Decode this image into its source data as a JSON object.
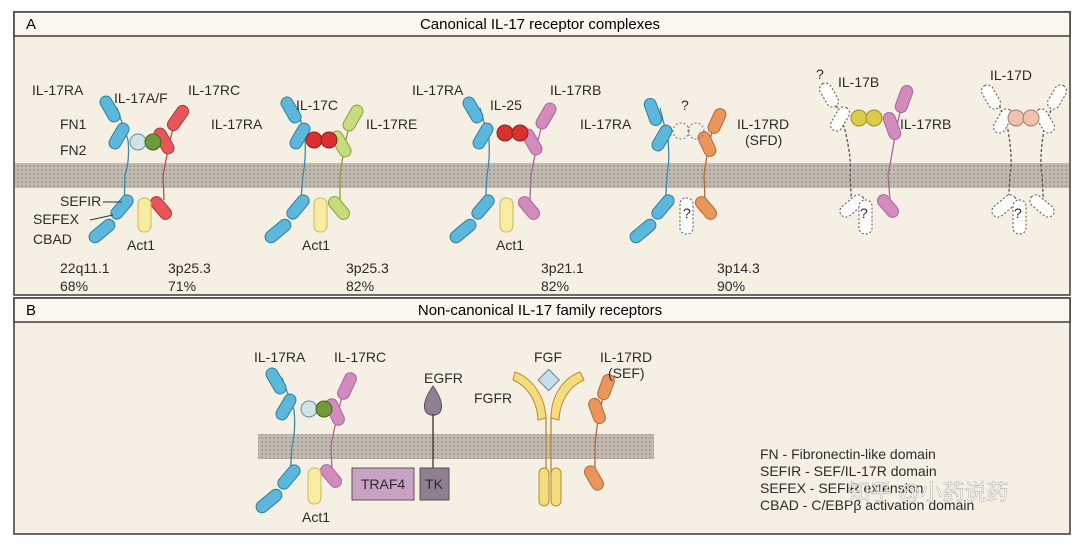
{
  "panel_a": {
    "letter": "A",
    "title": "Canonical IL-17 receptor complexes",
    "labels": {
      "il17ra_1": "IL-17RA",
      "il17af": "IL-17A/F",
      "il17rc": "IL-17RC",
      "fn1": "FN1",
      "fn2": "FN2",
      "sefir": "SEFIR",
      "sefex": "SEFEX",
      "cbad": "CBAD",
      "act1_1": "Act1",
      "il17ra_2": "IL-17RA",
      "il17c": "IL-17C",
      "il17re": "IL-17RE",
      "act1_2": "Act1",
      "il17ra_3": "IL-17RA",
      "il25": "IL-25",
      "il17rb_1": "IL-17RB",
      "act1_3": "Act1",
      "il17ra_4": "IL-17RA",
      "q_4": "?",
      "il17rd": "IL-17RD",
      "sfd": "(SFD)",
      "q_4b": "?",
      "q_5": "?",
      "il17b": "IL-17B",
      "il17rb_2": "IL-17RB",
      "q_5b": "?",
      "il17d": "IL-17D",
      "q_6": "?"
    },
    "loci": [
      {
        "loc": "22q11.1",
        "pct": "68%"
      },
      {
        "loc": "3p25.3",
        "pct": "71%"
      },
      {
        "loc": "3p25.3",
        "pct": "82%"
      },
      {
        "loc": "3p21.1",
        "pct": "82%"
      },
      {
        "loc": "3p14.3",
        "pct": "90%"
      }
    ]
  },
  "panel_b": {
    "letter": "B",
    "title": "Non-canonical IL-17 family receptors",
    "labels": {
      "il17ra": "IL-17RA",
      "il17rc": "IL-17RC",
      "act1": "Act1",
      "traf4": "TRAF4",
      "egfr": "EGFR",
      "tk": "TK",
      "fgf": "FGF",
      "fgfr": "FGFR",
      "il17rd": "IL-17RD",
      "sef": "(SEF)"
    },
    "legend": [
      "FN - Fibronectin-like domain",
      "SEFIR - SEF/IL-17R domain",
      "SEFEX - SEFIR extension",
      "CBAD - C/EBPβ activation domain"
    ]
  },
  "watermark": "知乎 @小药说药",
  "colors": {
    "il17ra": "#5bb7dc",
    "il17rc_red": "#e8555a",
    "il17re": "#c5dd7d",
    "il17rb": "#d28bbd",
    "il17rd": "#e9955c",
    "act1": "#f8eca0",
    "ligand_red": "#d8312f",
    "il17b": "#dccb4a",
    "il17d": "#efc2b0",
    "lightblue": "#cfe3ea",
    "green": "#6f9a3a",
    "membrane": "#bdb6ad",
    "panel_bg": "#f6efe3",
    "header_bg": "#fbf7ef",
    "egfr": "#8f7f90",
    "traf4": "#c9a1c2",
    "fgf": "#c8dde8"
  }
}
